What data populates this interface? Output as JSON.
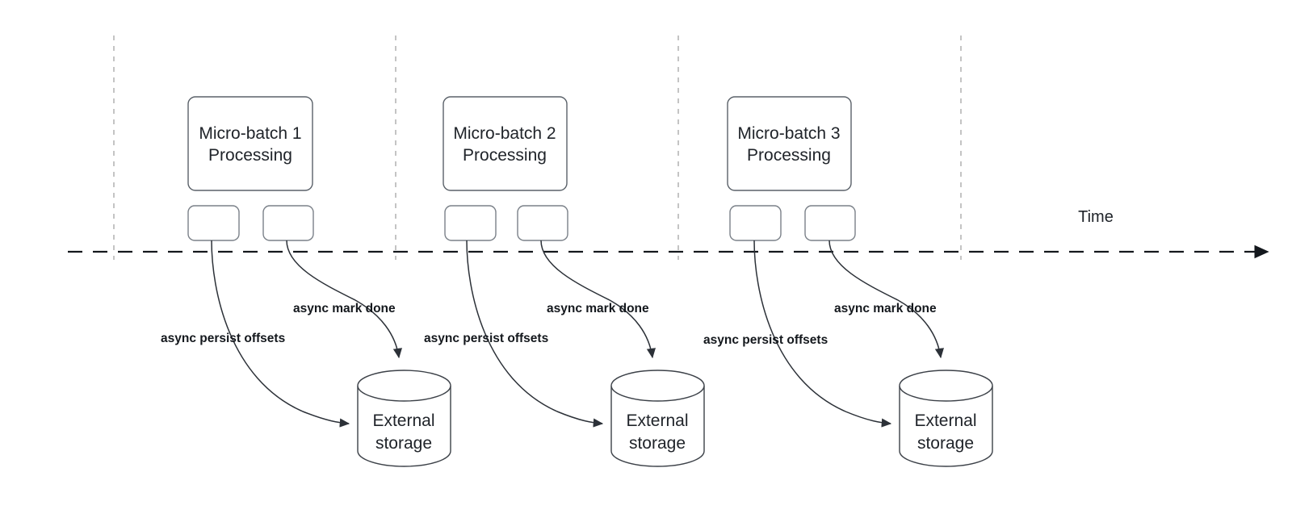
{
  "diagram": {
    "title_axis": "Time",
    "groups": [
      {
        "id": "group-1",
        "batch_label_line1": "Micro-batch 1",
        "batch_label_line2": "Processing",
        "storage_label_line1": "External",
        "storage_label_line2": "storage",
        "edge_persist_label": "async persist offsets",
        "edge_markdone_label": "async mark done"
      },
      {
        "id": "group-2",
        "batch_label_line1": "Micro-batch 2",
        "batch_label_line2": "Processing",
        "storage_label_line1": "External",
        "storage_label_line2": "storage",
        "edge_persist_label": "async persist offsets",
        "edge_markdone_label": "async mark done"
      },
      {
        "id": "group-3",
        "batch_label_line1": "Micro-batch 3",
        "batch_label_line2": "Processing",
        "storage_label_line1": "External",
        "storage_label_line2": "storage",
        "edge_persist_label": "async persist offsets",
        "edge_markdone_label": "async mark done"
      }
    ],
    "colors": {
      "background": "#ffffff",
      "box_stroke": "#5a6169",
      "mini_box_stroke": "#7a8088",
      "cylinder_stroke": "#3c4148",
      "dashed_divider": "#b6b6b6",
      "timeline": "#14181d",
      "edge": "#2c3138",
      "text": "#20242a"
    }
  }
}
